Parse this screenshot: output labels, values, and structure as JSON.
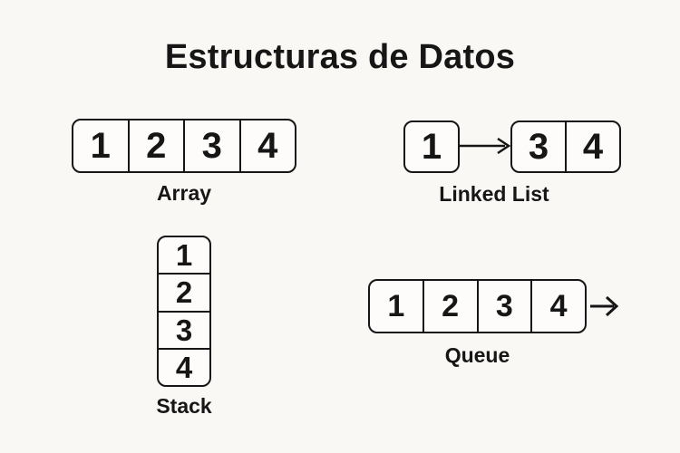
{
  "page": {
    "title": "Estructuras de Datos"
  },
  "colors": {
    "background": "#faf8f4",
    "box_fill": "#fdfcfa",
    "ink": "#161616"
  },
  "diagrams": {
    "array": {
      "label": "Array",
      "cells": [
        "1",
        "2",
        "3",
        "4"
      ]
    },
    "linked_list": {
      "label": "Linked List",
      "head_cell": "1",
      "tail_cells": [
        "3",
        "4"
      ],
      "arrow_icon": "right-arrow"
    },
    "stack": {
      "label": "Stack",
      "cells": [
        "1",
        "2",
        "3",
        "4"
      ]
    },
    "queue": {
      "label": "Queue",
      "cells": [
        "1",
        "2",
        "3",
        "4"
      ],
      "arrow_icon": "right-arrow"
    }
  }
}
